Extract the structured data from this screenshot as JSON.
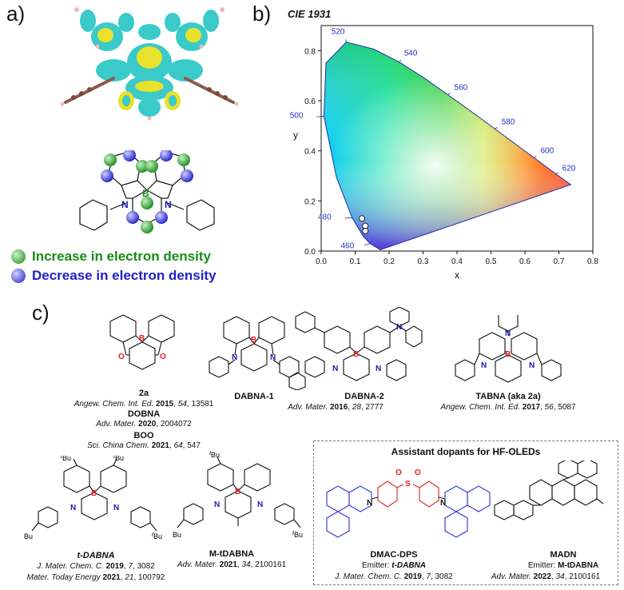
{
  "panels": {
    "a": "a)",
    "b": "b)",
    "c": "c)"
  },
  "legend": {
    "increase": {
      "text": "Increase in electron density",
      "color": "#1a8c1a"
    },
    "decrease": {
      "text": "Decrease in electron density",
      "color": "#2020c8"
    }
  },
  "structure_atoms": {
    "boron": "B",
    "nitrogen": "N"
  },
  "cie": {
    "title": "CIE 1931",
    "xlabel": "x",
    "ylabel": "y",
    "wavelength_labels": [
      "520",
      "540",
      "560",
      "580",
      "600",
      "620",
      "500",
      "480",
      "460"
    ]
  },
  "chart_data": {
    "type": "scatter",
    "title": "CIE 1931",
    "xlabel": "x",
    "ylabel": "y",
    "xlim": [
      0.0,
      0.8
    ],
    "ylim": [
      0.0,
      0.9
    ],
    "x_ticks": [
      "0.0",
      "0.1",
      "0.2",
      "0.3",
      "0.4",
      "0.5",
      "0.6",
      "0.7",
      "0.8"
    ],
    "y_ticks": [
      "0.0",
      "0.2",
      "0.4",
      "0.6",
      "0.8"
    ],
    "spectral_locus": [
      {
        "label": "460",
        "x": 0.144,
        "y": 0.03
      },
      {
        "label": "480",
        "x": 0.091,
        "y": 0.133
      },
      {
        "label": "500",
        "x": 0.008,
        "y": 0.538
      },
      {
        "label": "520",
        "x": 0.074,
        "y": 0.834
      },
      {
        "label": "540",
        "x": 0.23,
        "y": 0.754
      },
      {
        "label": "560",
        "x": 0.373,
        "y": 0.624
      },
      {
        "label": "580",
        "x": 0.512,
        "y": 0.487
      },
      {
        "label": "600",
        "x": 0.627,
        "y": 0.372
      },
      {
        "label": "620",
        "x": 0.691,
        "y": 0.308
      }
    ],
    "points": [
      {
        "x": 0.12,
        "y": 0.13
      },
      {
        "x": 0.13,
        "y": 0.1
      },
      {
        "x": 0.13,
        "y": 0.08
      }
    ],
    "grid": false
  },
  "molecules": [
    {
      "name": "2a",
      "cite": [
        {
          "journal": "Angew. Chem. Int. Ed.",
          "year": "2015",
          "vol": "54",
          "page": "13581"
        }
      ],
      "aliases": [
        {
          "name": "DOBNA",
          "journal": "Adv. Mater.",
          "year": "2020",
          "vol": "",
          "page": "2004072"
        },
        {
          "name": "BOO",
          "journal": "Sci. China Chem.",
          "year": "2021",
          "vol": "64",
          "page": "547"
        }
      ]
    },
    {
      "name": "DABNA-1"
    },
    {
      "name": "DABNA-2"
    },
    {
      "name": "TABNA (aka 2a)"
    },
    {
      "name": "t-DABNA"
    },
    {
      "name": "M-tDABNA"
    },
    {
      "name": "DMAC-DPS"
    },
    {
      "name": "MADN"
    }
  ],
  "citations": {
    "dabna": {
      "journal": "Adv. Mater.",
      "year": "2016",
      "vol": "28",
      "page": "2777"
    },
    "tabna": {
      "journal": "Angew. Chem. Int. Ed.",
      "year": "2017",
      "vol": "56",
      "page": "5087"
    },
    "tdabna1": {
      "journal": "J. Mater. Chem. C.",
      "year": "2019",
      "vol": "7",
      "page": "3082"
    },
    "tdabna2": {
      "journal": "Mater. Today Energy",
      "year": "2021",
      "vol": "21",
      "page": "100792"
    },
    "mtdabna": {
      "journal": "Adv. Mater.",
      "year": "2021",
      "vol": "34",
      "page": "2100161"
    },
    "dmacdps": {
      "journal": "J. Mater. Chem. C.",
      "year": "2019",
      "vol": "7",
      "page": "3082"
    },
    "madn": {
      "journal": "Adv. Mater.",
      "year": "2022",
      "vol": "34",
      "page": "2100161"
    }
  },
  "assist": {
    "title": "Assistant dopants for HF-OLEDs",
    "emitter_label": "Emitter:",
    "dmacdps_emitter": "t-DABNA",
    "madn_emitter": "M-tDABNA"
  },
  "substituents": {
    "tbu": "Bu",
    "tbu_prefix": "t",
    "sulfonyl_o": "O",
    "sulfonyl_s": "S",
    "oxygen": "O"
  },
  "colors": {
    "boron": "#e02020",
    "nitrogen": "#1a1ab0",
    "acridine": "#3030e0",
    "sulfone": "#e02020"
  }
}
